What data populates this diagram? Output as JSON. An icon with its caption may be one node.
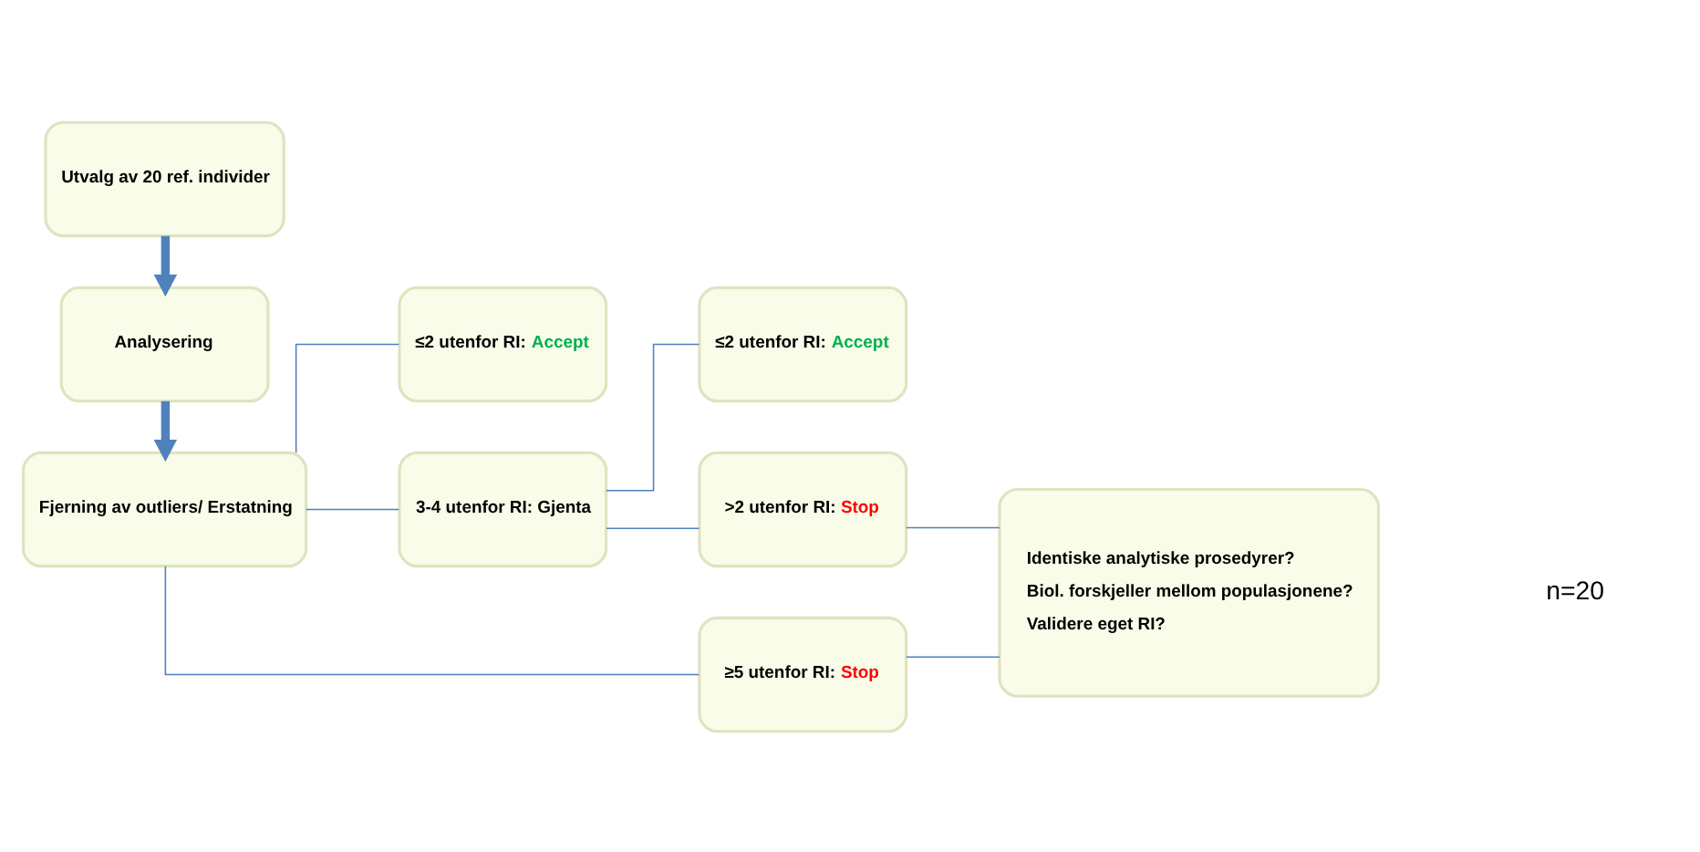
{
  "diagram": {
    "nodes": [
      {
        "text": [
          "Utvalg av 20 ref. individer"
        ]
      },
      {
        "text": [
          "Analysering"
        ]
      },
      {
        "text": [
          "Fjerning av outliers/ Erstatning"
        ]
      },
      {
        "text": [
          "≤2 utenfor RI:",
          "Accept"
        ]
      },
      {
        "text": [
          "3-4 utenfor RI: Gjenta"
        ]
      },
      {
        "text": [
          "≥5 utenfor RI:",
          "Stop"
        ]
      },
      {
        "text": [
          "≤2 utenfor RI:",
          "Accept"
        ]
      },
      {
        "text": [
          ">2 utenfor RI:",
          "Stop"
        ]
      },
      {
        "text": [
          "Identiske analytiske prosedyrer?",
          "Biol. forskjeller mellom populasjonene?",
          "Validere eget RI?"
        ]
      }
    ],
    "edges": [
      {
        "from": 0,
        "to": 1,
        "arrow": "to",
        "style": "thick"
      },
      {
        "from": 1,
        "to": 2,
        "arrow": "to",
        "style": "thick"
      },
      {
        "from": 2,
        "to": 3,
        "arrow": "none"
      },
      {
        "from": 2,
        "to": 4,
        "arrow": "none"
      },
      {
        "from": 2,
        "to": 5,
        "arrow": "none"
      },
      {
        "from": 4,
        "to": 6,
        "arrow": "none"
      },
      {
        "from": 4,
        "to": 7,
        "arrow": "none"
      },
      {
        "from": 7,
        "to": 8,
        "arrow": "none"
      },
      {
        "from": 5,
        "to": 8,
        "arrow": "none"
      }
    ],
    "labels": [
      "n=20"
    ]
  }
}
